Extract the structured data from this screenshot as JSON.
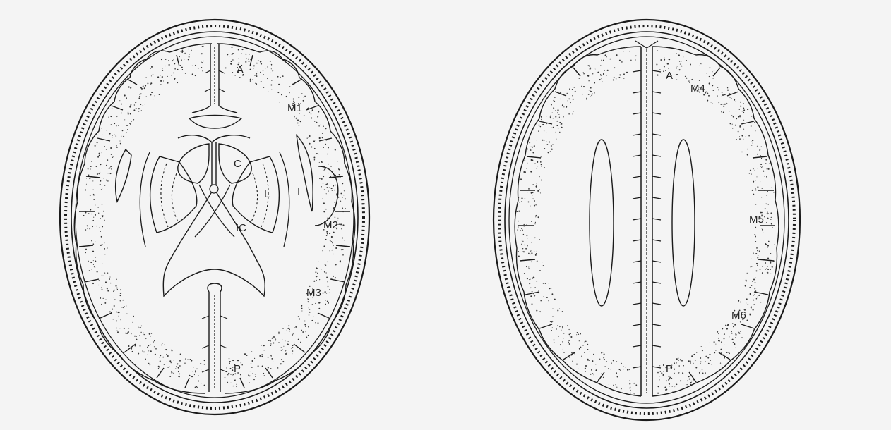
{
  "colors": {
    "background": "#f4f4f4",
    "ink": "#1a1a1a",
    "brain_fill": "#ffffff"
  },
  "diagram": {
    "left_section": {
      "labels": {
        "anterior": "A",
        "m1": "M1",
        "caudate": "C",
        "lentiform": "L",
        "insula": "I",
        "internal_capsule": "IC",
        "m2": "M2",
        "m3": "M3",
        "posterior": "P"
      }
    },
    "right_section": {
      "labels": {
        "anterior": "A",
        "m4": "M4",
        "m5": "M5",
        "m6": "M6",
        "posterior": "P"
      }
    }
  }
}
